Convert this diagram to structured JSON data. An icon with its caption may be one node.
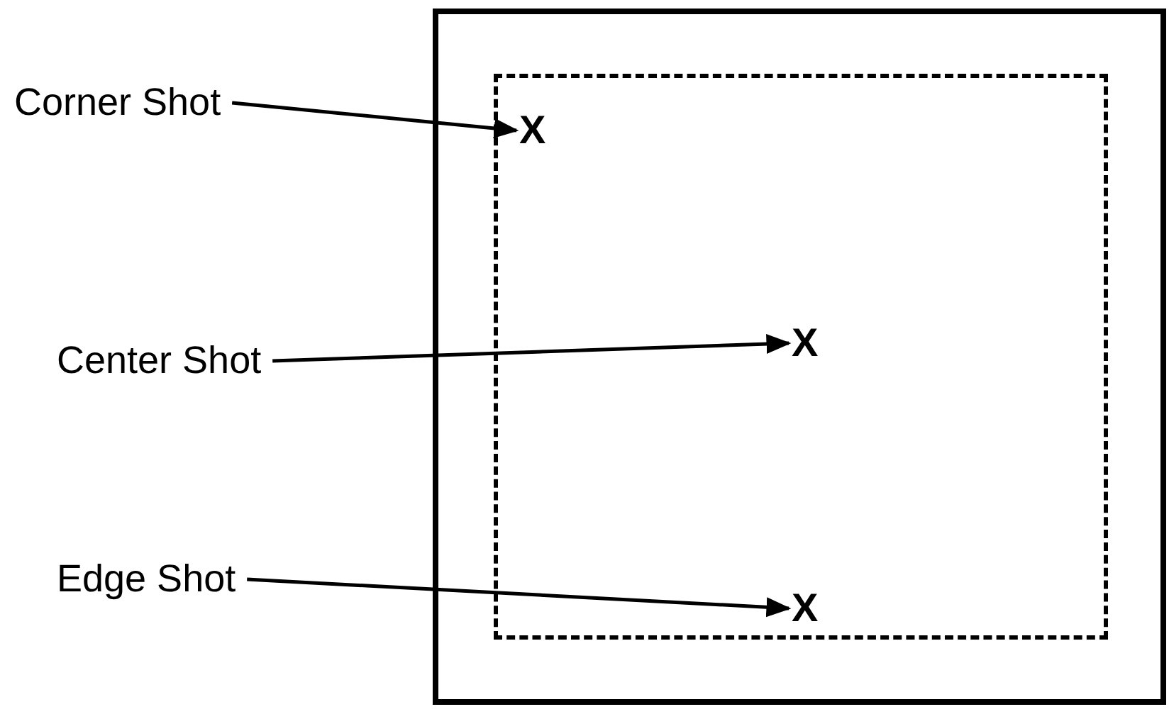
{
  "diagram": {
    "nodes": [
      {
        "text": [],
        "shape": "box"
      },
      {
        "text": [],
        "shape": "box",
        "in": 0
      },
      {
        "text": [
          "X"
        ],
        "in": 1
      },
      {
        "text": [
          "X"
        ],
        "in": 1
      },
      {
        "text": [
          "X"
        ],
        "in": 1
      },
      {
        "text": [
          "Corner Shot"
        ]
      },
      {
        "text": [
          "Center Shot"
        ]
      },
      {
        "text": [
          "Edge Shot"
        ]
      }
    ],
    "edges": [
      {
        "from": 5,
        "to": 2,
        "arrow": "to"
      },
      {
        "from": 6,
        "to": 3,
        "arrow": "to"
      },
      {
        "from": 7,
        "to": 4,
        "arrow": "to"
      }
    ]
  }
}
